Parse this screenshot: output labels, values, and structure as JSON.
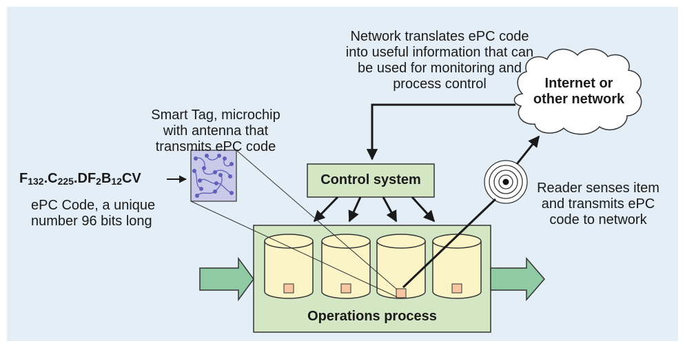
{
  "network_note": [
    "Network translates ePC code",
    "into useful information that can",
    "be used for monitoring and",
    "process control"
  ],
  "smart_tag_note": [
    "Smart Tag, microchip",
    "with antenna that",
    "transmits ePC code"
  ],
  "cloud_label": [
    "Internet or",
    "other network"
  ],
  "control_label": "Control system",
  "epc_code": {
    "parts": [
      {
        "text": "F",
        "sub": false
      },
      {
        "text": "132",
        "sub": true
      },
      {
        "text": ".C",
        "sub": false
      },
      {
        "text": "225",
        "sub": true
      },
      {
        "text": ".DF",
        "sub": false
      },
      {
        "text": "2",
        "sub": true
      },
      {
        "text": "B",
        "sub": false
      },
      {
        "text": "12",
        "sub": true
      },
      {
        "text": "CV",
        "sub": false
      }
    ]
  },
  "epc_note": [
    "ePC Code, a unique",
    "number 96 bits long"
  ],
  "reader_note": [
    "Reader senses item",
    "and transmits ePC",
    "code to network"
  ],
  "process_label": "Operations process",
  "colors": {
    "background": "#e3eef7",
    "green_fill": "#d4e7c4",
    "cylinder_fill": "#fbf4c6",
    "tag_fill": "#f7c6a3",
    "chip_fill": "#c9c9e9",
    "chip_dots": "#6060bb",
    "arrow_fill": "#8fcaa4"
  }
}
